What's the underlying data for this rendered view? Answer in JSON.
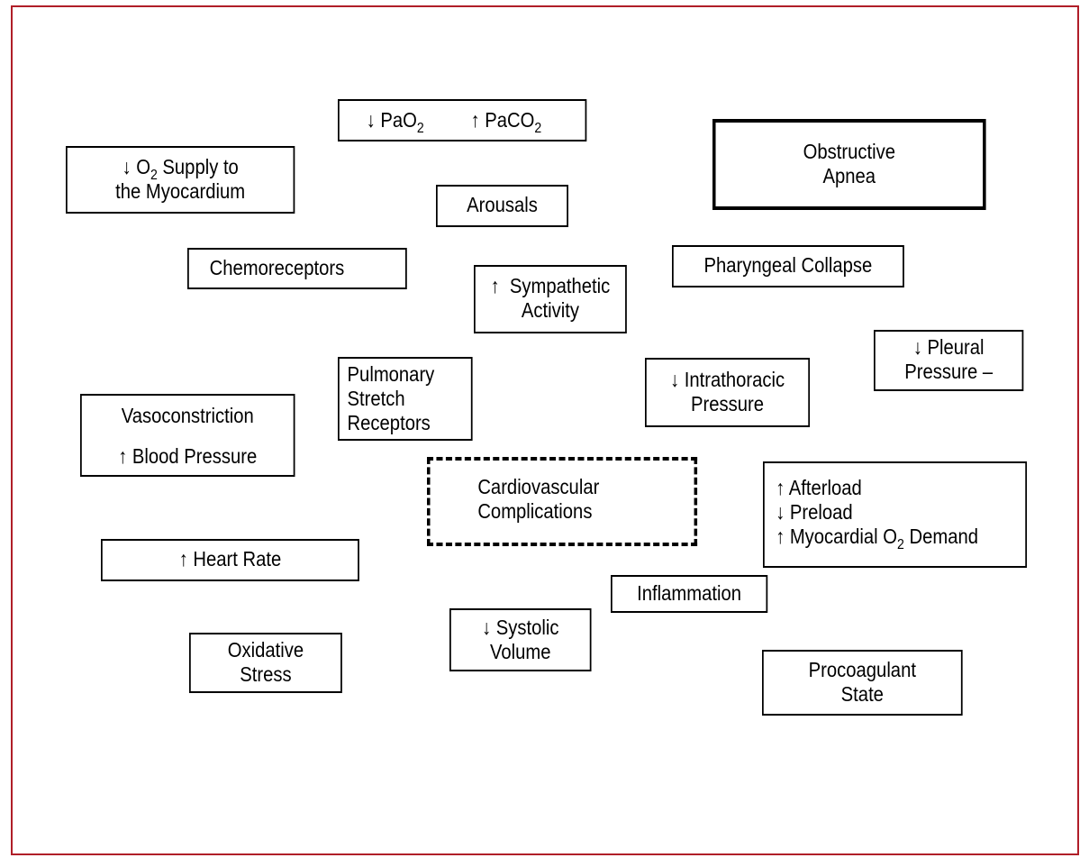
{
  "colors": {
    "frame": "#b01e28",
    "box_border": "#000000"
  },
  "nodes": {
    "pao2": {
      "arrow1": "↓",
      "text1": "PaO",
      "sub1": "2",
      "arrow2": "↑",
      "text2": "PaCO",
      "sub2": "2"
    },
    "o2_supply": {
      "arrow": "↓",
      "text1": "O",
      "sub": "2",
      "text2": " Supply to",
      "line2": "the Myocardium"
    },
    "arousals": {
      "label": "Arousals"
    },
    "obstructive_apnea": {
      "line1": "Obstructive",
      "line2": "Apnea"
    },
    "chemoreceptors": {
      "label": "Chemoreceptors"
    },
    "sympathetic": {
      "arrow": "↑",
      "line1": "Sympathetic",
      "line2": "Activity"
    },
    "pharyngeal": {
      "label": "Pharyngeal Collapse"
    },
    "pleural": {
      "arrow": "↓",
      "line1": "Pleural",
      "line2": "Pressure –"
    },
    "pulmonary": {
      "line1": "Pulmonary",
      "line2": "Stretch",
      "line3": "Receptors"
    },
    "intrathoracic": {
      "arrow": "↓",
      "line1": "Intrathoracic",
      "line2": "Pressure"
    },
    "vasoconstriction": {
      "line1": "Vasoconstriction",
      "arrow": "↑",
      "line2": "Blood Pressure"
    },
    "cardiovascular": {
      "line1": "Cardiovascular",
      "line2": "Complications"
    },
    "afterload": {
      "arrow1": "↑",
      "line1": "Afterload",
      "arrow2": "↓",
      "line2": "Preload",
      "arrow3": "↑",
      "line3a": "Myocardial O",
      "sub": "2",
      "line3b": " Demand"
    },
    "heart_rate": {
      "arrow": "↑",
      "label": "Heart Rate"
    },
    "inflammation": {
      "label": "Inflammation"
    },
    "systolic": {
      "arrow": "↓",
      "line1": "Systolic",
      "line2": "Volume"
    },
    "oxidative": {
      "line1": "Oxidative",
      "line2": "Stress"
    },
    "procoagulant": {
      "line1": "Procoagulant",
      "line2": "State"
    }
  }
}
